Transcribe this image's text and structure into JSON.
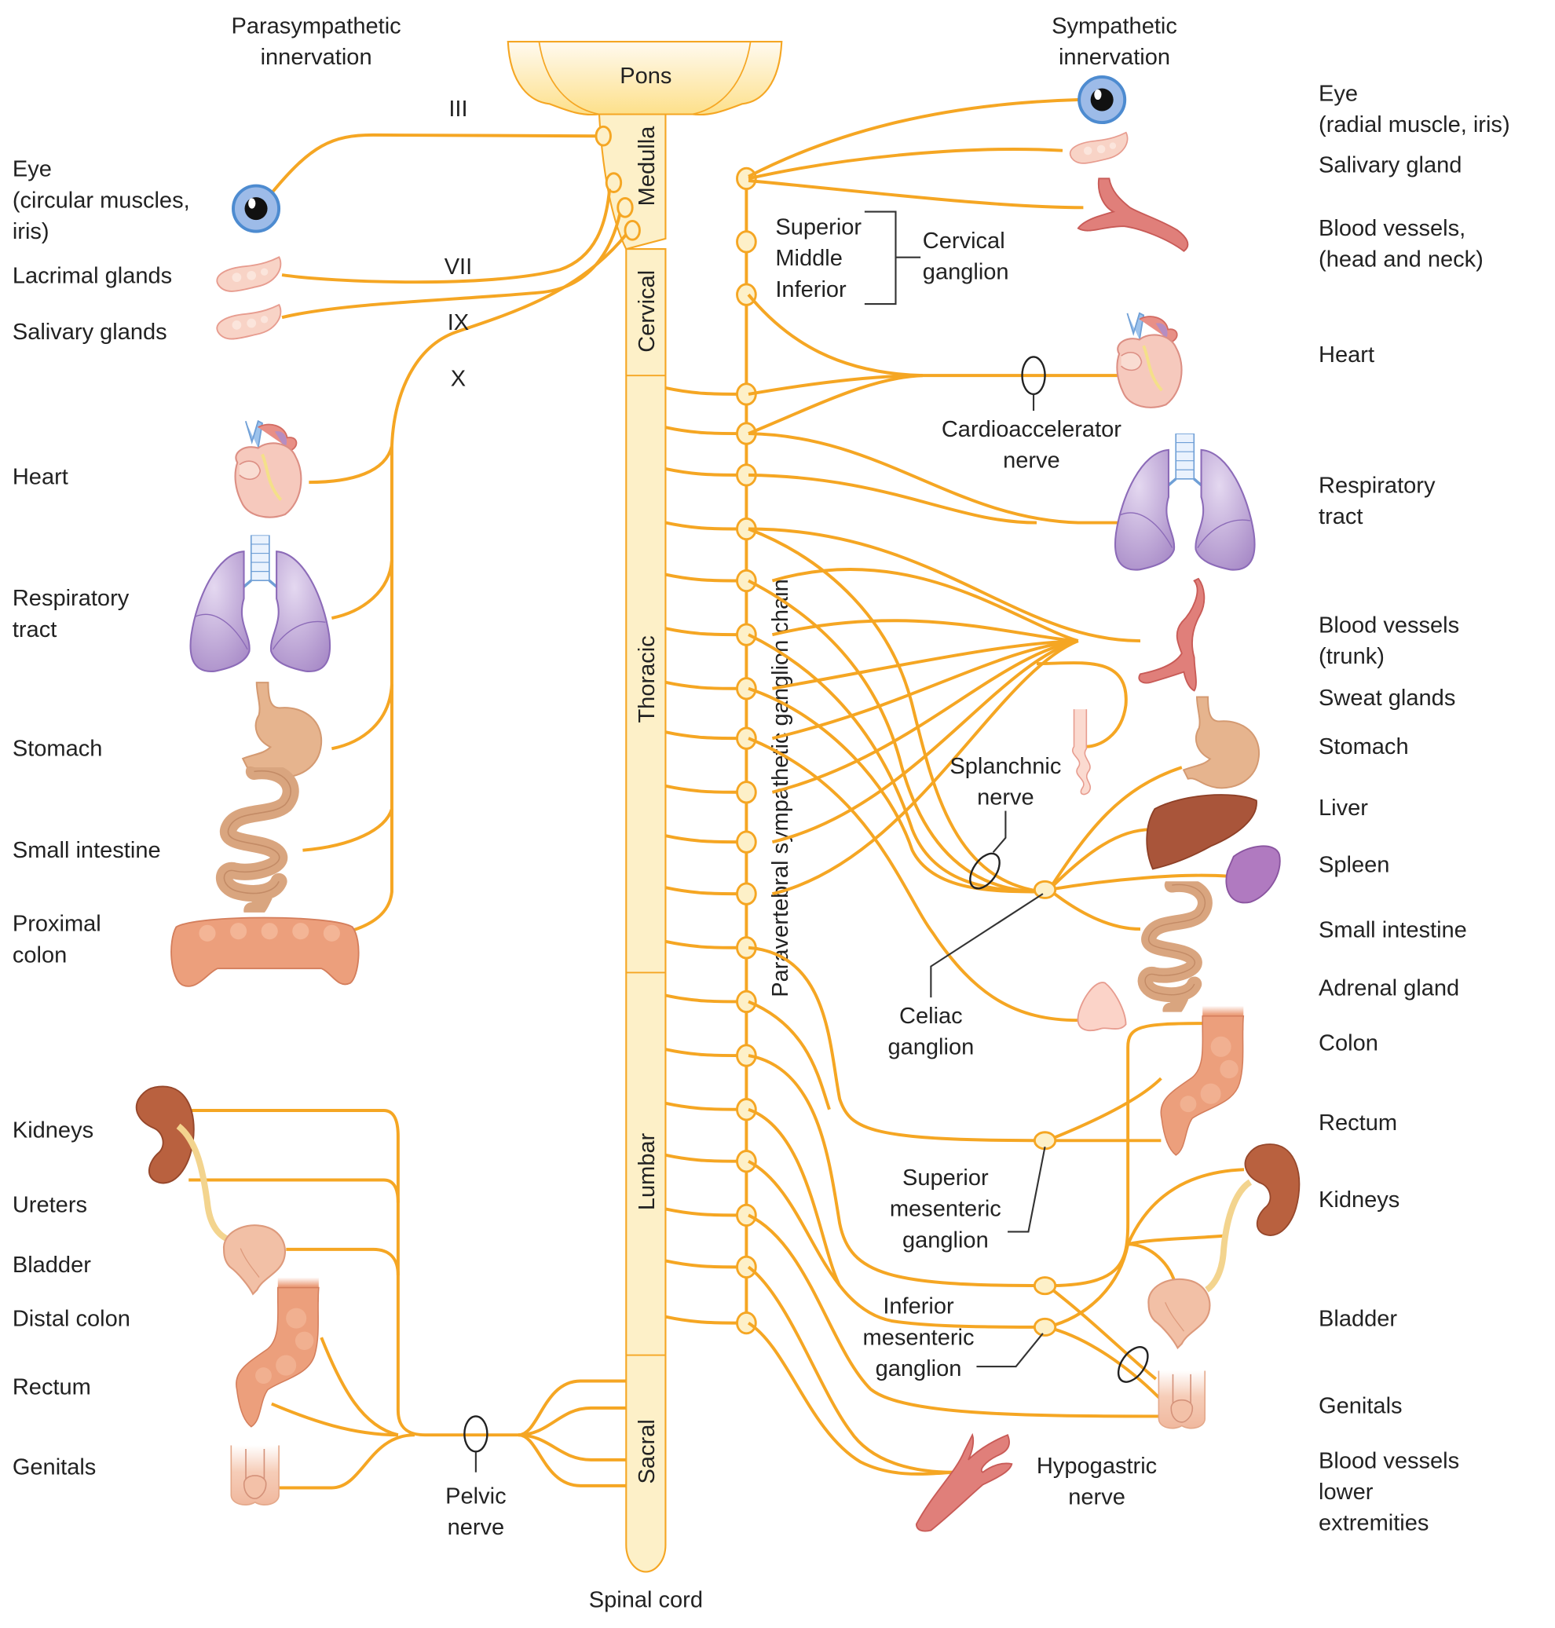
{
  "headers": {
    "parasympathetic": [
      "Parasympathetic",
      "innervation"
    ],
    "sympathetic": [
      "Sympathetic",
      "innervation"
    ]
  },
  "cns": {
    "pons": "Pons",
    "medulla": "Medulla",
    "segments": [
      "Cervical",
      "Thoracic",
      "Lumbar",
      "Sacral"
    ],
    "spinal_cord": "Spinal cord",
    "chain": "Paravertebral sympathetic ganglion chain"
  },
  "cranial_nerves": [
    "III",
    "VII",
    "IX",
    "X"
  ],
  "parasympathetic_targets": [
    [
      "Eye",
      "(circular muscles,",
      "iris)"
    ],
    [
      "Lacrimal glands"
    ],
    [
      "Salivary glands"
    ],
    [
      "Heart"
    ],
    [
      "Respiratory",
      "tract"
    ],
    [
      "Stomach"
    ],
    [
      "Small intestine"
    ],
    [
      "Proximal",
      "colon"
    ],
    [
      "Kidneys"
    ],
    [
      "Ureters"
    ],
    [
      "Bladder"
    ],
    [
      "Distal colon"
    ],
    [
      "Rectum"
    ],
    [
      "Genitals"
    ]
  ],
  "sympathetic_targets": [
    [
      "Eye",
      "(radial muscle, iris)"
    ],
    [
      "Salivary gland"
    ],
    [
      "Blood vessels,",
      "(head and neck)"
    ],
    [
      "Heart"
    ],
    [
      "Respiratory",
      "tract"
    ],
    [
      "Blood vessels",
      "(trunk)"
    ],
    [
      "Sweat glands"
    ],
    [
      "Stomach"
    ],
    [
      "Liver"
    ],
    [
      "Spleen"
    ],
    [
      "Small intestine"
    ],
    [
      "Adrenal gland"
    ],
    [
      "Colon"
    ],
    [
      "Rectum"
    ],
    [
      "Kidneys"
    ],
    [
      "Bladder"
    ],
    [
      "Genitals"
    ],
    [
      "Blood vessels",
      "lower",
      "extremities"
    ]
  ],
  "annotations": {
    "cervical_levels": [
      "Superior",
      "Middle",
      "Inferior"
    ],
    "cervical_ganglion": [
      "Cervical",
      "ganglion"
    ],
    "cardioaccelerator": [
      "Cardioaccelerator",
      "nerve"
    ],
    "splanchnic": [
      "Splanchnic",
      "nerve"
    ],
    "celiac": [
      "Celiac",
      "ganglion"
    ],
    "superior_mesenteric": [
      "Superior",
      "mesenteric",
      "ganglion"
    ],
    "inferior_mesenteric": [
      "Inferior",
      "mesenteric",
      "ganglion"
    ],
    "hypogastric": [
      "Hypogastric",
      "nerve"
    ],
    "pelvic": [
      "Pelvic",
      "nerve"
    ]
  },
  "colors": {
    "nerve": "#f5a623",
    "cord_fill": "#fdf0c8",
    "organ_pink": "#f6c9b8",
    "lung": "#b9a0d2",
    "kidney": "#b5583a",
    "liver": "#a9553a",
    "spleen": "#b07ac0",
    "gut": "#ddb08c",
    "colon": "#ec9f7c",
    "vessel": "#e07f7a",
    "eye": "#8fb1e3"
  }
}
